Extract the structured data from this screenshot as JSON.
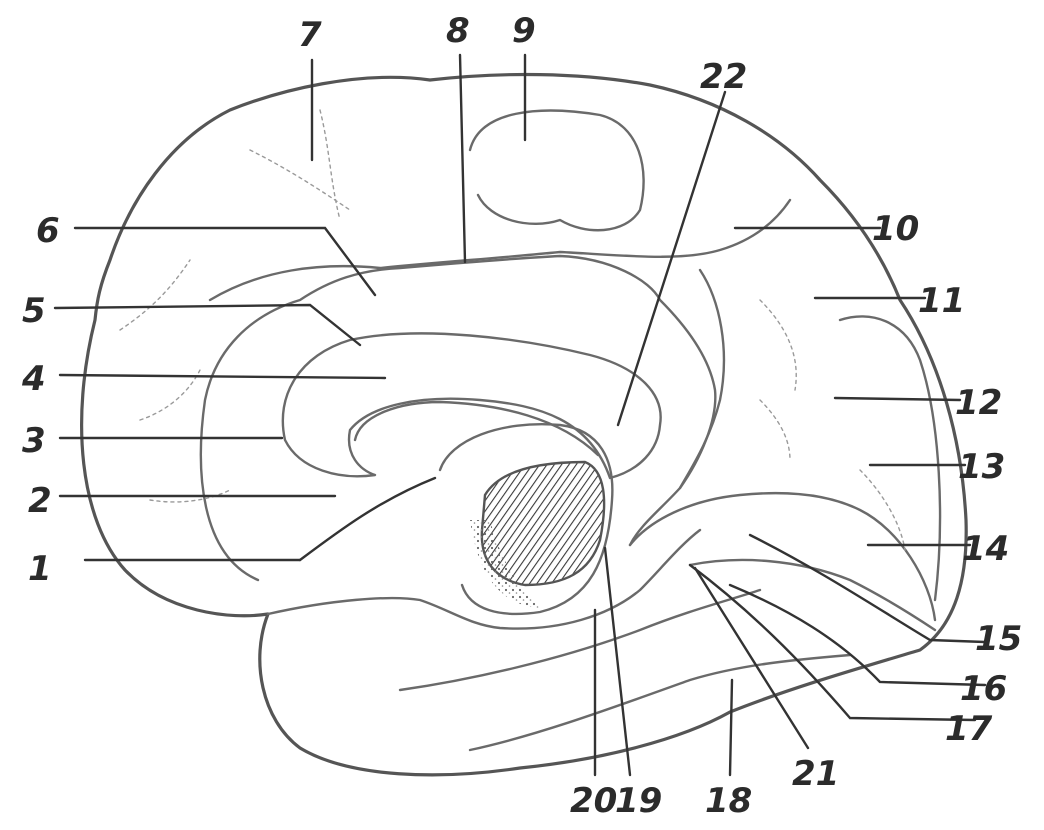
{
  "diagram": {
    "labels": [
      "1",
      "2",
      "3",
      "4",
      "5",
      "6",
      "7",
      "8",
      "9",
      "10",
      "11",
      "12",
      "13",
      "14",
      "15",
      "16",
      "17",
      "18",
      "19",
      "20",
      "21",
      "22"
    ]
  },
  "colors": {
    "line": "#555555",
    "hatch": "#3a3a3a"
  }
}
